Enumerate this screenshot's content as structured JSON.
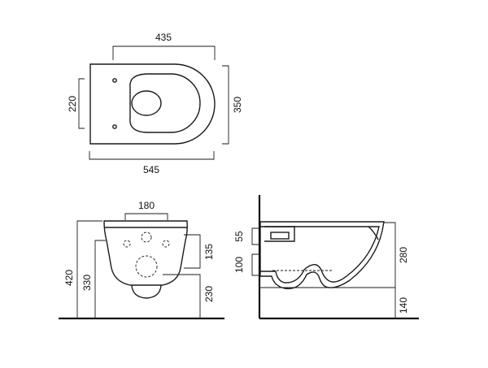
{
  "top_view": {
    "width_label": "435",
    "seat_label": "220",
    "height_label": "350",
    "length_label": "545"
  },
  "front_view": {
    "top_label": "180",
    "left_outer_label": "420",
    "left_inner_label": "330",
    "right_top_label": "135",
    "right_bottom_label": "230"
  },
  "side_view": {
    "upper_label": "55",
    "lower_label": "100",
    "right_top_label": "280",
    "right_bottom_label": "140"
  }
}
